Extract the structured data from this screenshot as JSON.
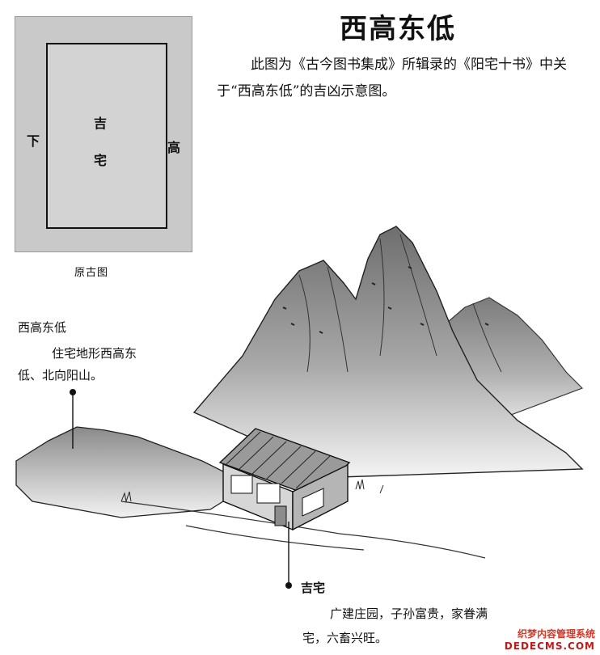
{
  "title": "西高东低",
  "intro": "此图为《古今图书集成》所辑录的《阳宅十书》中关于“西高东低”的吉凶示意图。",
  "original_diagram": {
    "house_char_1": "吉",
    "house_char_2": "宅",
    "left_label": "下",
    "right_label": "高",
    "caption": "原古图"
  },
  "annotation_terrain": {
    "title": "西高东低",
    "body": "住宅地形西高东低、北向阳山。"
  },
  "annotation_house": {
    "title": "吉宅",
    "body": "广建庄园，子孙富贵，家眷满宅，六畜兴旺。"
  },
  "watermark": {
    "line1": "织梦内容管理系统",
    "line2": "DEDECMS.COM"
  }
}
